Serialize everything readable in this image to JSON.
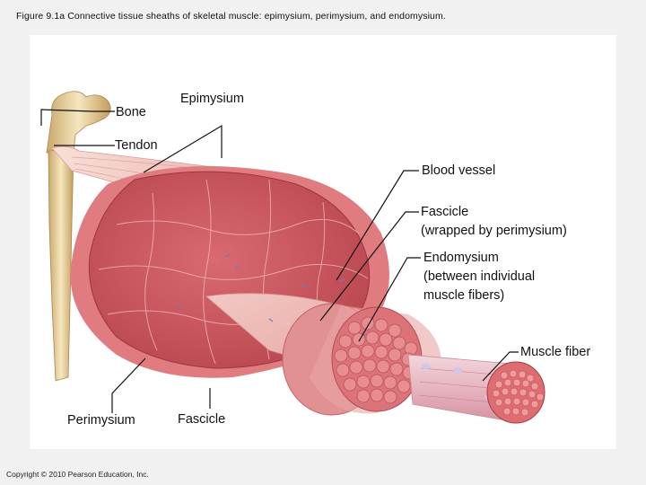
{
  "figure": {
    "title": "Figure 9.1a Connective tissue sheaths of skeletal muscle: epimysium, perimysium, and endomysium.",
    "copyright": "Copyright © 2010 Pearson Education, Inc."
  },
  "labels": {
    "bone": "Bone",
    "epimysium": "Epimysium",
    "tendon": "Tendon",
    "blood_vessel": "Blood vessel",
    "fascicle_line1": "Fascicle",
    "fascicle_line2": "(wrapped by perimysium)",
    "endomysium_line1": "Endomysium",
    "endomysium_line2": "(between individual",
    "endomysium_line3": "muscle fibers)",
    "muscle_fiber": "Muscle fiber",
    "perimysium": "Perimysium",
    "fascicle_bottom": "Fascicle"
  },
  "colors": {
    "background": "#f1f1f1",
    "panel": "#ffffff",
    "bone": "#ecd7a4",
    "tendon": "#f0c9c0",
    "muscle": "#cf5a64",
    "muscle_light": "#e7898c",
    "fiber": "#d85f63",
    "leader": "#111111"
  }
}
